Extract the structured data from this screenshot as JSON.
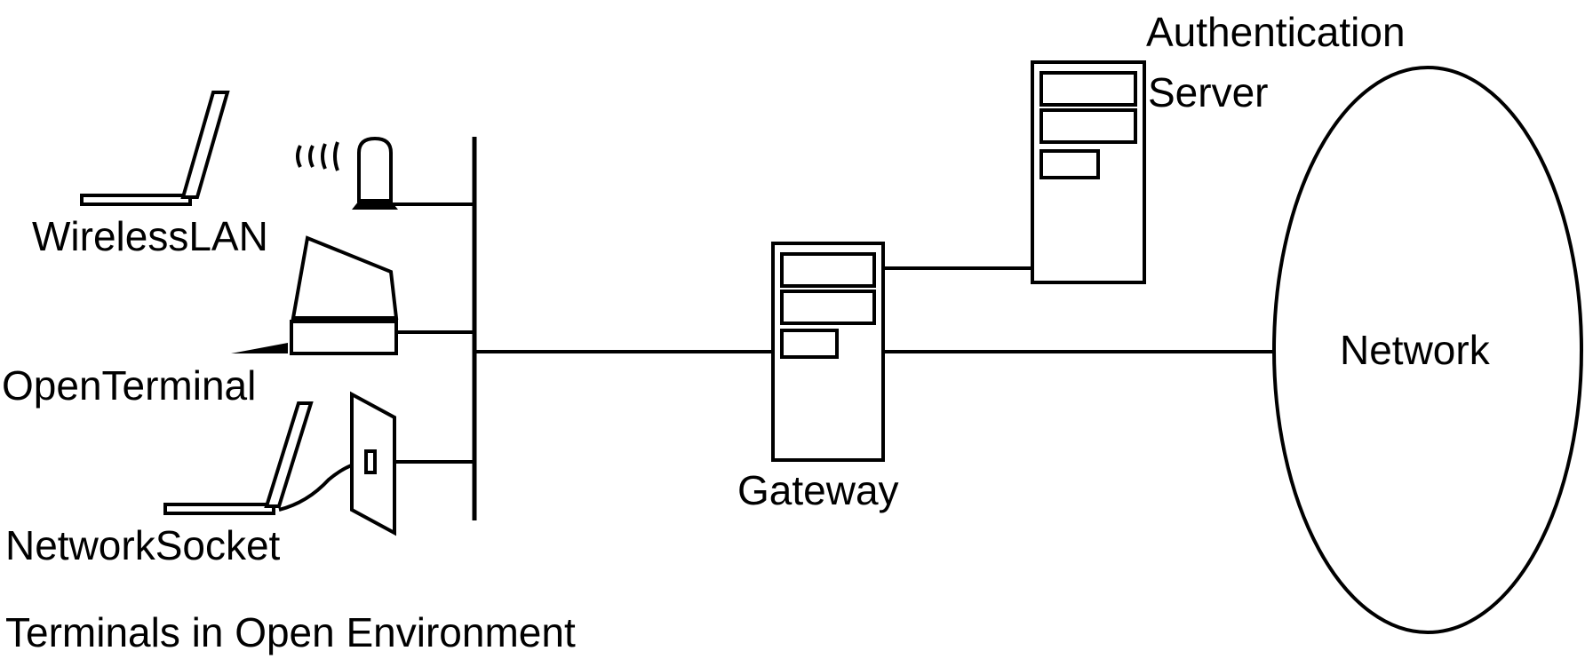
{
  "labels": {
    "wireless_lan": "WirelessLAN",
    "open_terminal": "OpenTerminal",
    "network_socket": "NetworkSocket",
    "open_environment": "Terminals in Open Environment",
    "gateway": "Gateway",
    "auth_line1": "Authentication",
    "auth_line2": "Server",
    "network": "Network"
  },
  "colors": {
    "stroke": "#000000",
    "background": "#ffffff"
  },
  "icons": [
    "laptop-icon",
    "wireless-access-point-icon",
    "radio-waves-icon",
    "desktop-terminal-icon",
    "wall-socket-icon",
    "server-tower-icon",
    "network-cloud-ellipse"
  ]
}
